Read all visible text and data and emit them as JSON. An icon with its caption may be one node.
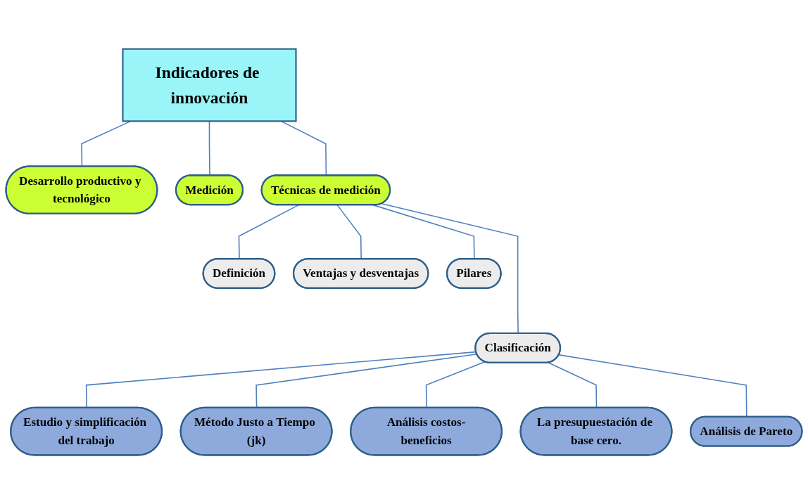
{
  "diagram": {
    "nodes": [
      {
        "text": [
          "Indicadores de innovación"
        ]
      },
      {
        "text": [
          "Desarrollo productivo y tecnológico"
        ]
      },
      {
        "text": [
          "Medición"
        ]
      },
      {
        "text": [
          "Técnicas de medición"
        ]
      },
      {
        "text": [
          "Definición"
        ]
      },
      {
        "text": [
          "Ventajas y desventajas"
        ]
      },
      {
        "text": [
          "Pilares"
        ]
      },
      {
        "text": [
          "Clasificación"
        ]
      },
      {
        "text": [
          "Estudio y simplificación del trabajo"
        ]
      },
      {
        "text": [
          "Método Justo a Tiempo (jk)"
        ]
      },
      {
        "text": [
          "Análisis costos-beneficios"
        ]
      },
      {
        "text": [
          "La presupuestación de base cero."
        ]
      },
      {
        "text": [
          "Análisis de Pareto"
        ]
      }
    ],
    "edges": [
      {
        "from": 0,
        "to": 1,
        "arrow": "none"
      },
      {
        "from": 0,
        "to": 2,
        "arrow": "none"
      },
      {
        "from": 0,
        "to": 3,
        "arrow": "none"
      },
      {
        "from": 3,
        "to": 4,
        "arrow": "none"
      },
      {
        "from": 3,
        "to": 5,
        "arrow": "none"
      },
      {
        "from": 3,
        "to": 6,
        "arrow": "none"
      },
      {
        "from": 3,
        "to": 7,
        "arrow": "none"
      },
      {
        "from": 7,
        "to": 8,
        "arrow": "none"
      },
      {
        "from": 7,
        "to": 9,
        "arrow": "none"
      },
      {
        "from": 7,
        "to": 10,
        "arrow": "none"
      },
      {
        "from": 7,
        "to": 11,
        "arrow": "none"
      },
      {
        "from": 7,
        "to": 12,
        "arrow": "none"
      }
    ]
  }
}
